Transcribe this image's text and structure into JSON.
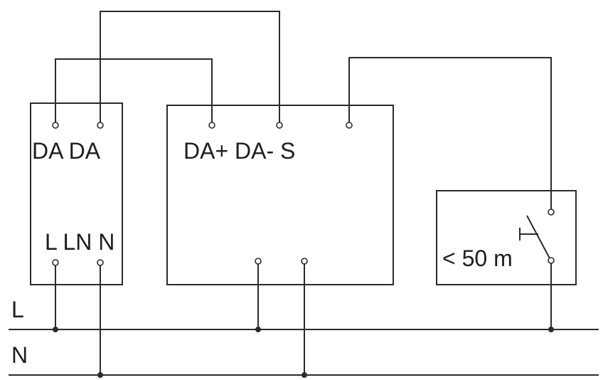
{
  "diagram": {
    "rail_l": "L",
    "rail_n": "N",
    "left_module": {
      "top_labels": "DA DA",
      "bottom_labels": "L LN N"
    },
    "center_module": {
      "top_labels": "DA+ DA- S"
    },
    "pushbutton": {
      "distance_label": "< 50 m"
    }
  }
}
